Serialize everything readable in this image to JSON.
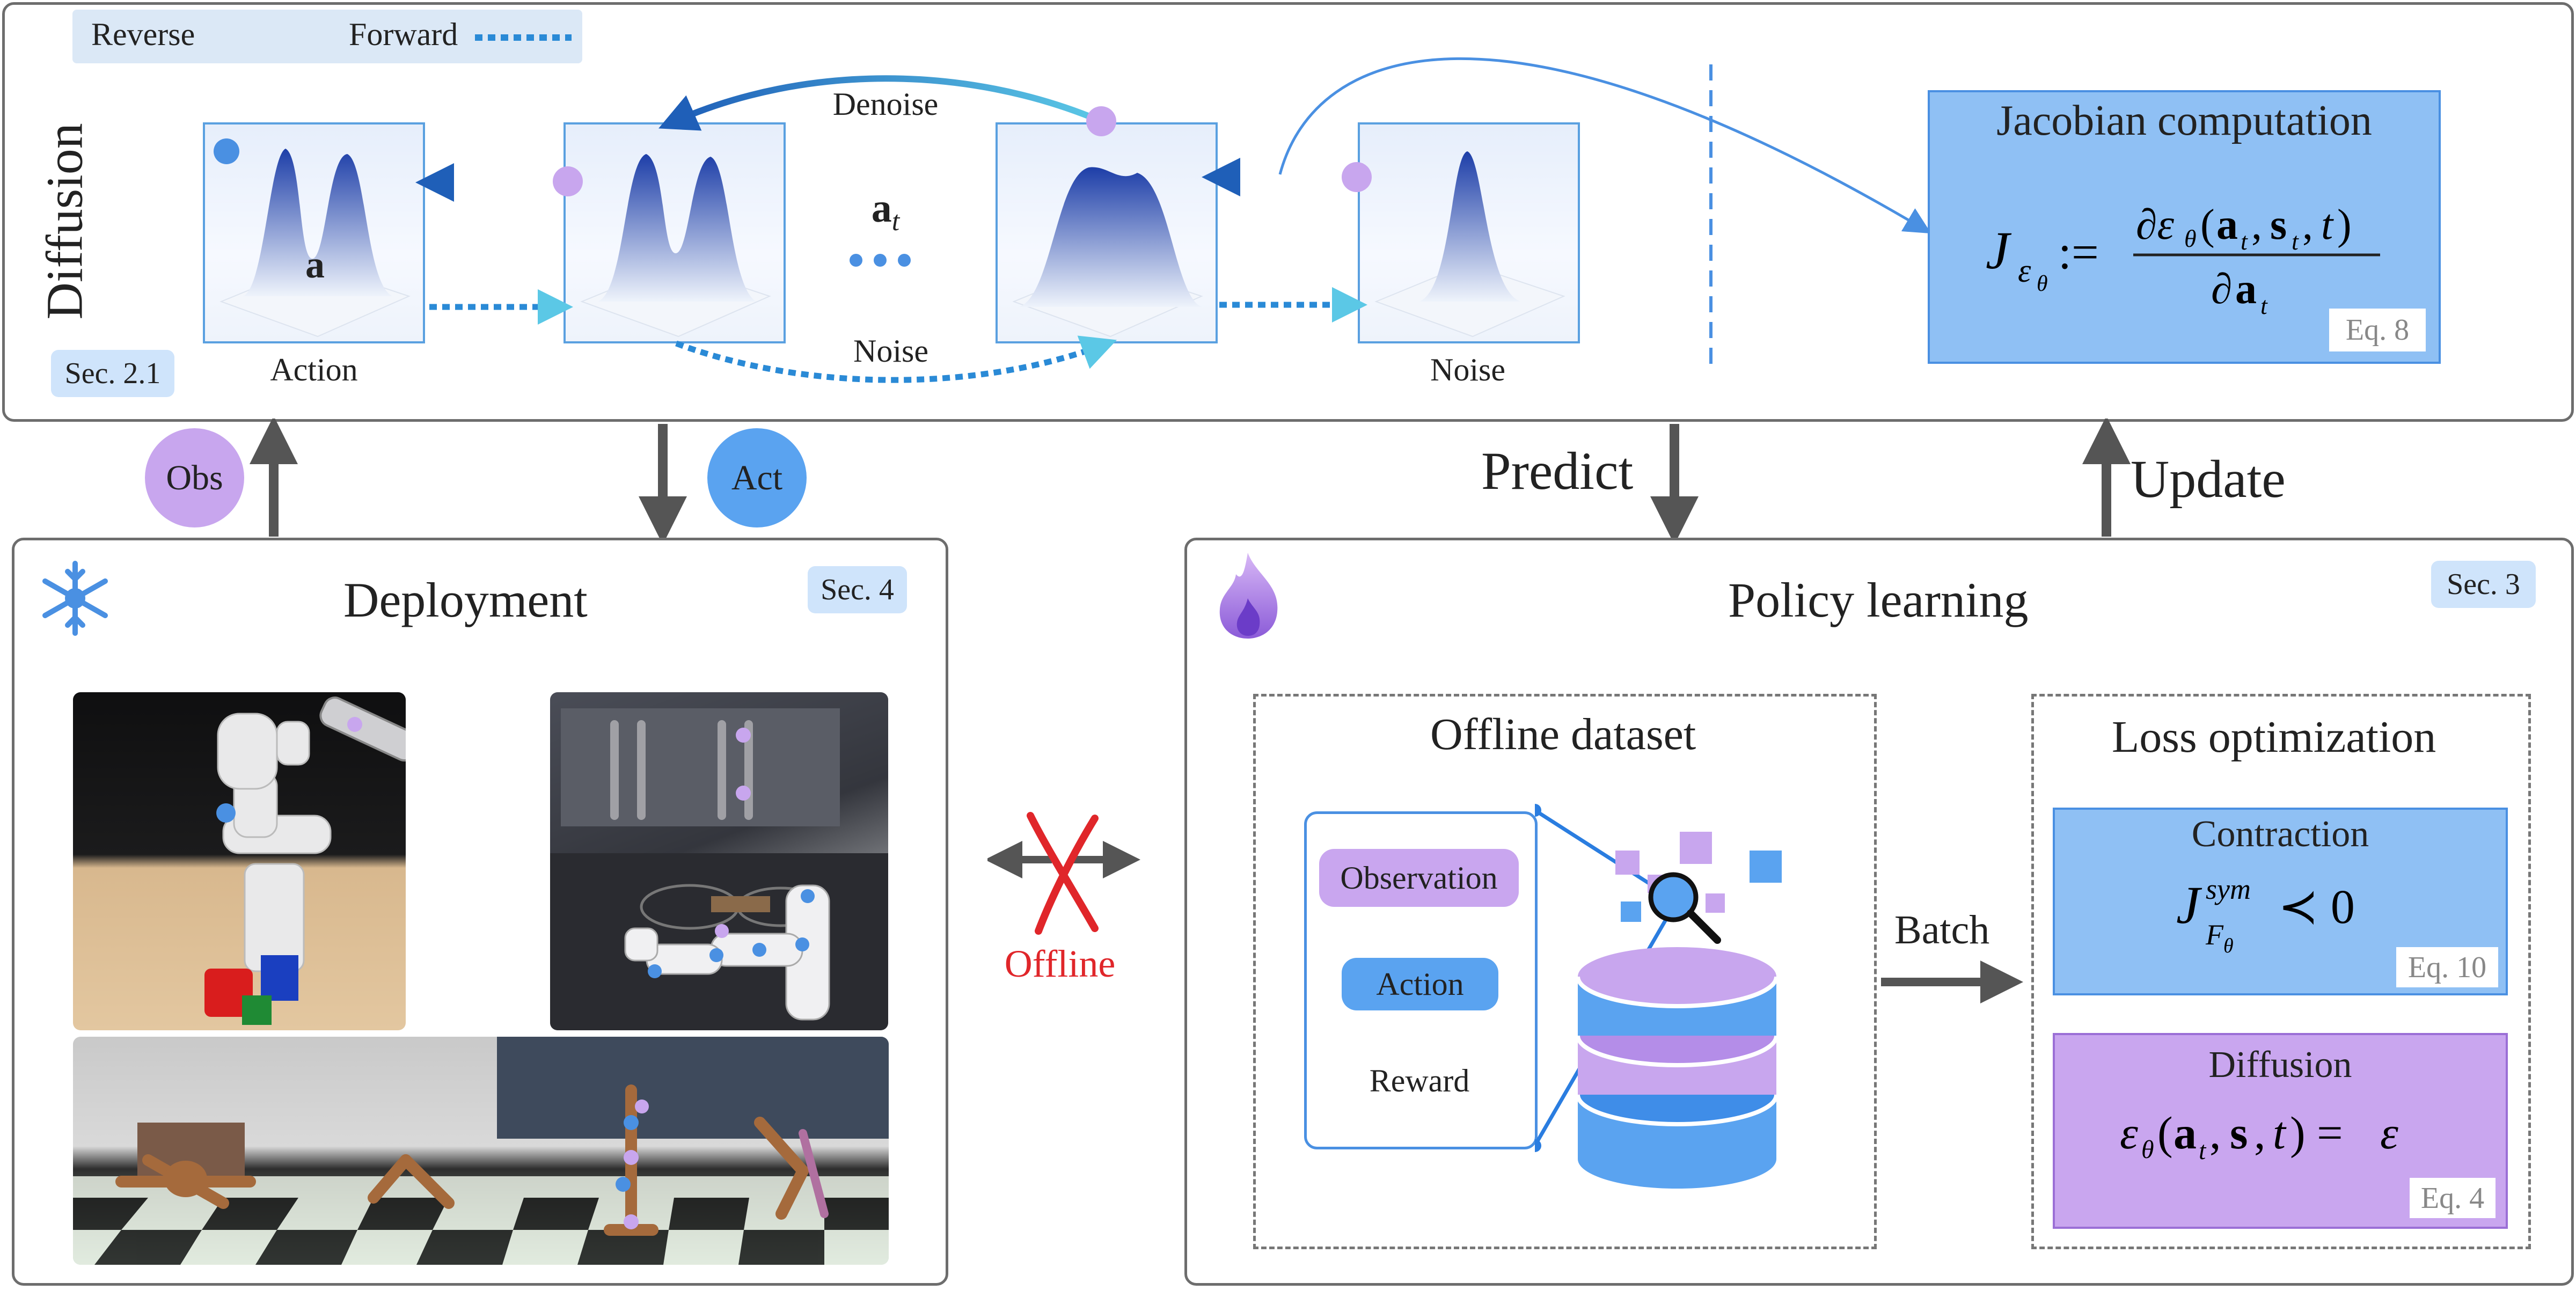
{
  "legend": {
    "reverse": "Reverse",
    "forward": "Forward"
  },
  "diffusion": {
    "side_label": "Diffusion",
    "section_tag": "Sec. 2.1",
    "frame_action_caption": "Action",
    "frame_action_symbol": "a",
    "middle_symbol": "a",
    "middle_subscript": "t",
    "denoise": "Denoise",
    "noise_curve": "Noise",
    "frame_noise_caption": "Noise"
  },
  "jacobian": {
    "title": "Jacobian computation",
    "eq_tag": "Eq. 8"
  },
  "connectors": {
    "obs": "Obs",
    "act": "Act",
    "predict": "Predict",
    "update": "Update",
    "offline": "Offline",
    "batch": "Batch"
  },
  "deployment": {
    "title": "Deployment",
    "section_tag": "Sec. 4"
  },
  "policy": {
    "title": "Policy learning",
    "section_tag": "Sec. 3",
    "offline_dataset": {
      "title": "Offline dataset",
      "items": [
        "Observation",
        "Action",
        "Reward"
      ]
    },
    "loss": {
      "title": "Loss optimization",
      "contraction": {
        "title": "Contraction",
        "eq_tag": "Eq. 10"
      },
      "diffusion": {
        "title": "Diffusion",
        "eq_tag": "Eq. 4"
      }
    }
  },
  "colors": {
    "blue_dark": "#1f5fb8",
    "blue_light": "#5bc8e6",
    "purple": "#c8a6ee",
    "blue_box": "#8fc0f4",
    "purple_box": "#c9a6ef",
    "red": "#e0262a",
    "gray_arrow": "#555555"
  }
}
